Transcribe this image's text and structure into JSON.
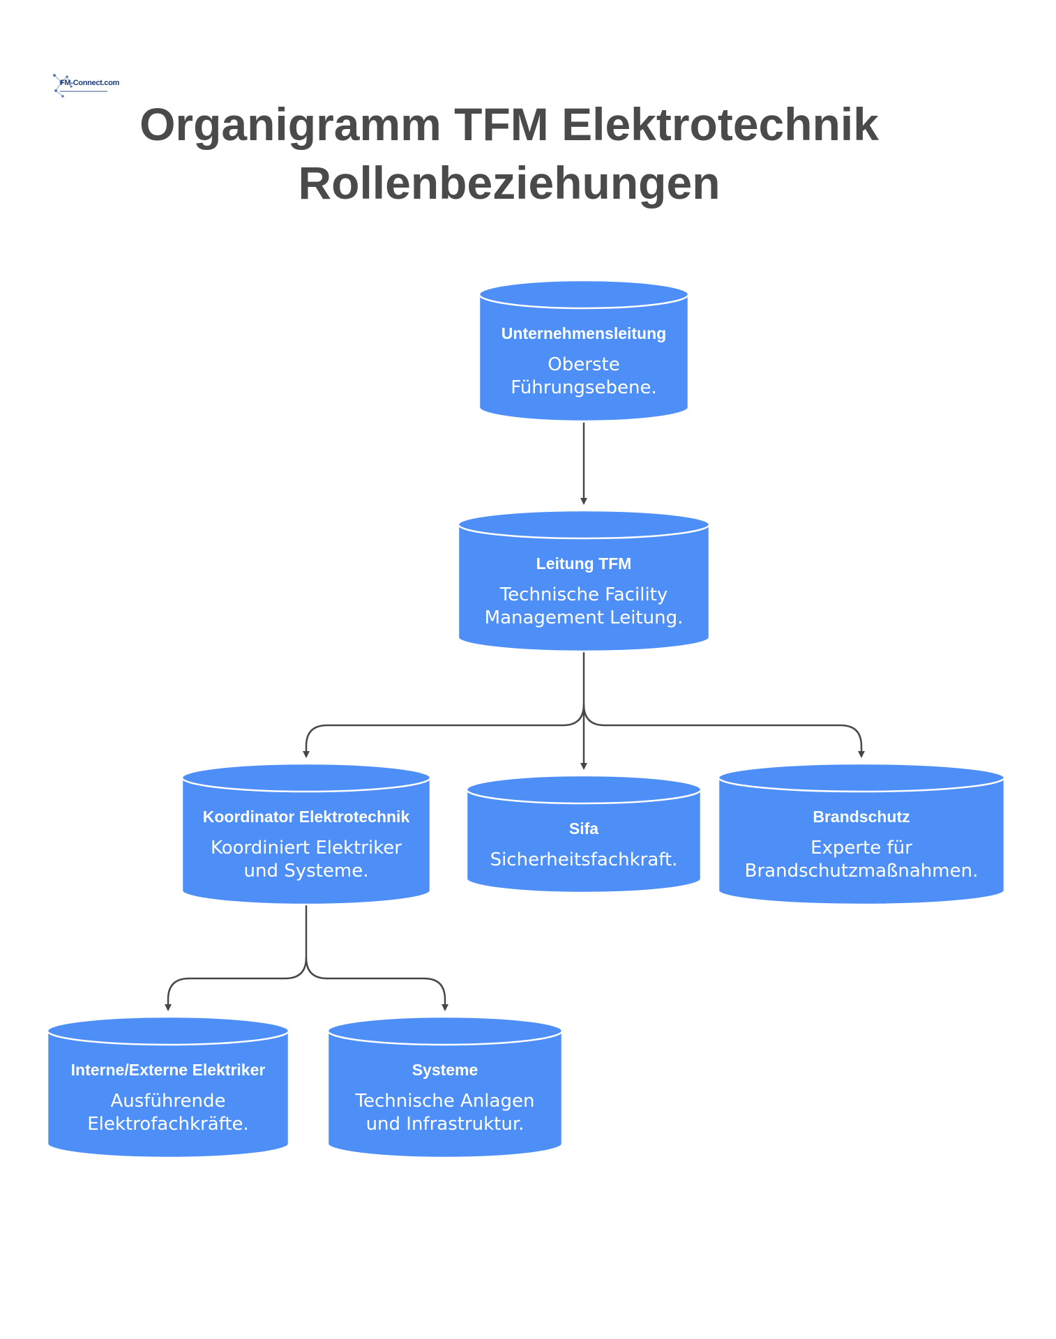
{
  "logo": {
    "text": "FM-Connect.com"
  },
  "title": {
    "line1": "Organigramm TFM Elektrotechnik",
    "line2": "Rollenbeziehungen"
  },
  "colors": {
    "node_fill": "#4d8ff7",
    "node_edge": "#ffffff",
    "connector": "#474747",
    "title": "#4a4a4a"
  },
  "nodes": {
    "unternehmensleitung": {
      "name": "Unternehmensleitung",
      "desc1": "Oberste",
      "desc2": "Führungsebene."
    },
    "leitung_tfm": {
      "name": "Leitung TFM",
      "desc1": "Technische Facility",
      "desc2": "Management Leitung."
    },
    "koordinator": {
      "name": "Koordinator Elektrotechnik",
      "desc1": "Koordiniert Elektriker",
      "desc2": "und Systeme."
    },
    "sifa": {
      "name": "Sifa",
      "desc1": "Sicherheitsfachkraft.",
      "desc2": ""
    },
    "brandschutz": {
      "name": "Brandschutz",
      "desc1": "Experte für",
      "desc2": "Brandschutzmaßnahmen."
    },
    "elektriker": {
      "name": "Interne/Externe Elektriker",
      "desc1": "Ausführende",
      "desc2": "Elektrofachkräfte."
    },
    "systeme": {
      "name": "Systeme",
      "desc1": "Technische Anlagen",
      "desc2": "und Infrastruktur."
    }
  },
  "edges": [
    {
      "from": "unternehmensleitung",
      "to": "leitung_tfm"
    },
    {
      "from": "leitung_tfm",
      "to": "koordinator"
    },
    {
      "from": "leitung_tfm",
      "to": "sifa"
    },
    {
      "from": "leitung_tfm",
      "to": "brandschutz"
    },
    {
      "from": "koordinator",
      "to": "elektriker"
    },
    {
      "from": "koordinator",
      "to": "systeme"
    }
  ]
}
